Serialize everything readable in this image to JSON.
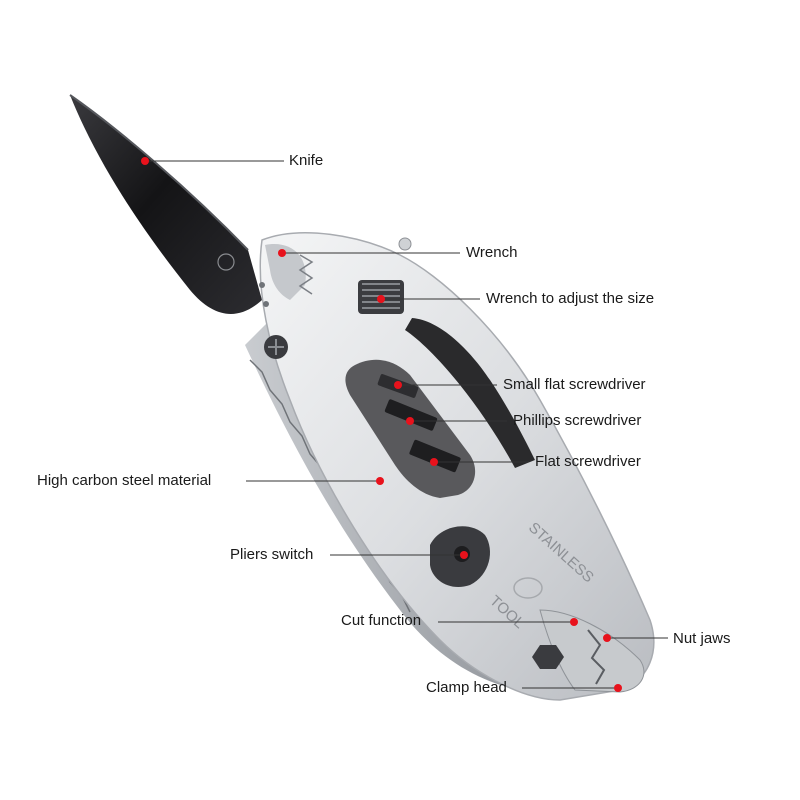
{
  "colors": {
    "background": "#ffffff",
    "marker": "#e8121c",
    "leader_line": "#333333",
    "blade": "#1b1b1d",
    "body_metal": "#e4e5e7",
    "body_shadow": "#9ea1a6",
    "handle_dark": "#2a2a2c"
  },
  "stamp_text": {
    "line1": "STAINLESS",
    "line2": "TOOL"
  },
  "callouts": [
    {
      "id": "knife",
      "label": "Knife"
    },
    {
      "id": "wrench",
      "label": "Wrench"
    },
    {
      "id": "wrench-adjust",
      "label": "Wrench to adjust the size"
    },
    {
      "id": "small-flat-screwdriver",
      "label": "Small flat screwdriver"
    },
    {
      "id": "phillips-screwdriver",
      "label": "Phillips screwdriver"
    },
    {
      "id": "flat-screwdriver",
      "label": "Flat screwdriver"
    },
    {
      "id": "high-carbon-steel",
      "label": "High carbon steel material"
    },
    {
      "id": "pliers-switch",
      "label": "Pliers switch"
    },
    {
      "id": "cut-function",
      "label": "Cut function"
    },
    {
      "id": "nut-jaws",
      "label": "Nut jaws"
    },
    {
      "id": "clamp-head",
      "label": "Clamp head"
    }
  ]
}
